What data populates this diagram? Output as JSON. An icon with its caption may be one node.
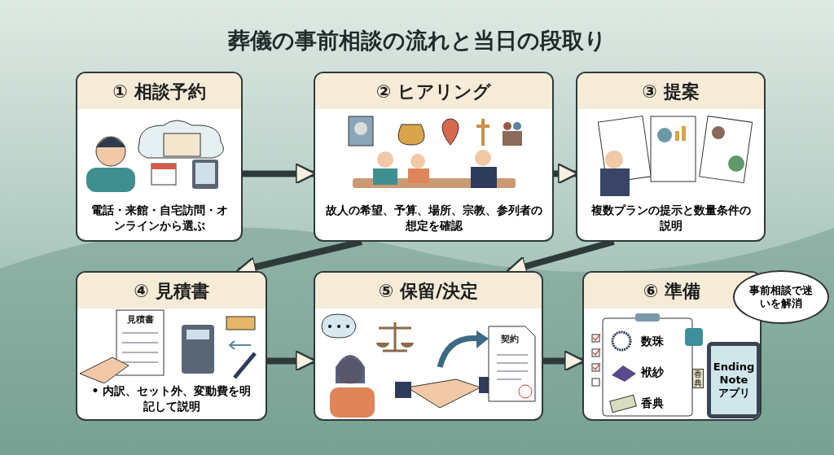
{
  "diagram": {
    "title": "葬儀の事前相談の流れと当日の段取り",
    "nodes": [
      {
        "text": [
          "① 相談予約",
          "電話・来館・自宅訪問・オンラインから選ぶ"
        ]
      },
      {
        "text": [
          "② ヒアリング",
          "故人の希望、予算、場所、宗教、参列者の想定を確認"
        ]
      },
      {
        "text": [
          "③ 提案",
          "複数プランの提示と数量条件の説明"
        ]
      },
      {
        "text": [
          "④ 見積書",
          "• 内訳、セット外、変動費を明記して説明"
        ]
      },
      {
        "text": [
          "⑤ 保留/決定"
        ]
      },
      {
        "text": [
          "⑥ 準備"
        ]
      },
      {
        "text": [
          "事前相談で迷いを解消"
        ]
      },
      {
        "text": [
          "Ending Note アプリ"
        ],
        "in": 5
      }
    ],
    "edges": [
      {
        "from": 0,
        "to": 1,
        "arrow": "to"
      },
      {
        "from": 1,
        "to": 2,
        "arrow": "to"
      },
      {
        "from": 1,
        "to": 3,
        "arrow": "to"
      },
      {
        "from": 2,
        "to": 4,
        "arrow": "to"
      },
      {
        "from": 3,
        "to": 4,
        "arrow": "to"
      },
      {
        "from": 4,
        "to": 5,
        "arrow": "to"
      }
    ],
    "labels": [
      "見積書",
      "契約",
      "数珠",
      "袱紗",
      "香典",
      "香典"
    ]
  }
}
